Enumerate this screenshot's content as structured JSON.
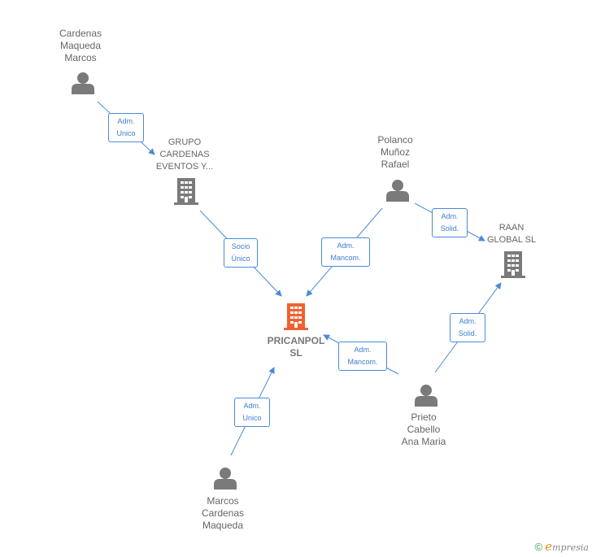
{
  "colors": {
    "edge": "#4a8ad8",
    "person": "#7a7a7a",
    "company": "#7a7a7a",
    "main_company": "#f06030"
  },
  "nodes": {
    "cardenas_maqueda_marcos": {
      "label": "Cardenas\nMaqueda\nMarcos",
      "icon": "person-icon"
    },
    "grupo_cardenas": {
      "label": "GRUPO\nCARDENAS\nEVENTOS Y...",
      "icon": "building-icon"
    },
    "polanco": {
      "label": "Polanco\nMuñoz\nRafael",
      "icon": "person-icon"
    },
    "raan": {
      "label": "RAAN\nGLOBAL  SL",
      "icon": "building-icon"
    },
    "pricanpol": {
      "label": "PRICANPOL\nSL",
      "icon": "building-icon"
    },
    "prieto": {
      "label": "Prieto\nCabello\nAna Maria",
      "icon": "person-icon"
    },
    "marcos_cardenas": {
      "label": "Marcos\nCardenas\nMaqueda",
      "icon": "person-icon"
    }
  },
  "edges": {
    "e1": "Adm.\nUnico",
    "e2": "Socio\nÚnico",
    "e3": "Adm.\nMancom.",
    "e4": "Adm.\nSolid.",
    "e5": "Adm.\nMancom.",
    "e6": "Adm.\nSolid.",
    "e7": "Adm.\nUnico"
  },
  "footer": {
    "copyright": "©",
    "brand_initial": "e",
    "brand_rest": "mpresia"
  }
}
